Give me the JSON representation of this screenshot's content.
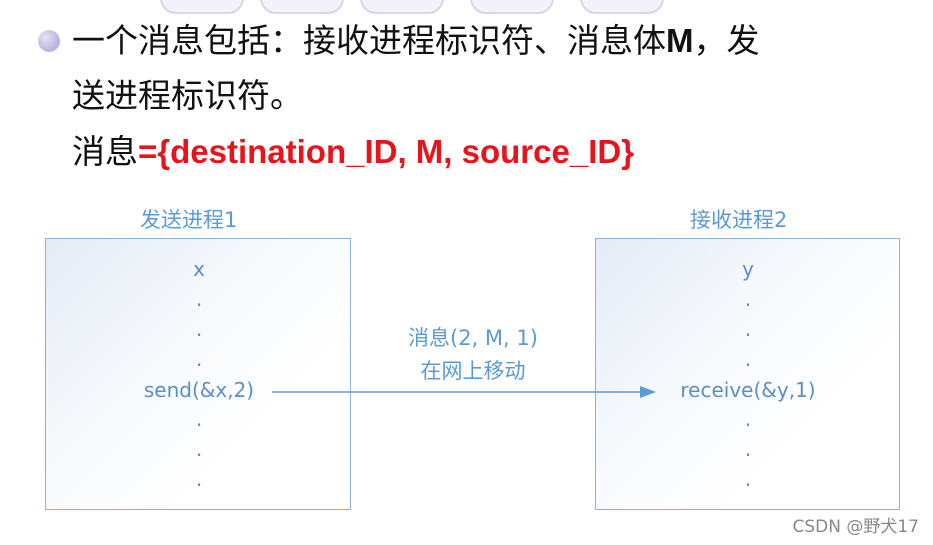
{
  "bullet_text": {
    "line1_part1": "一个消息包括：接收进程标识符、消息体",
    "line1_bold": "M",
    "line1_part2": "，发",
    "line2": "送进程标识符。",
    "line3_prefix": "消息",
    "line3_formula": "={destination_ID, M, source_ID}"
  },
  "sender": {
    "title": "发送进程1",
    "var": "x",
    "call": "send(&x,2)",
    "dot": "."
  },
  "receiver": {
    "title": "接收进程2",
    "var": "y",
    "call": "receive(&y,1)",
    "dot": "."
  },
  "message": {
    "label": "消息(2, M, 1)",
    "caption": "在网上移动"
  },
  "watermark": "CSDN @野犬17",
  "colors": {
    "accent_blue": "#5b9bd5",
    "formula_red": "#e8141b",
    "box_border": "#8cb3dc"
  }
}
